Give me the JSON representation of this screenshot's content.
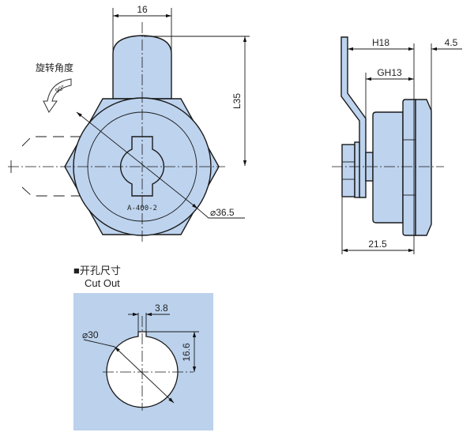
{
  "front_view": {
    "width_dim": "16",
    "length_dim": "L35",
    "diameter_dim": "⌀36.5",
    "rotation_label": "旋转角度",
    "rotation_angle": "90°",
    "part_code": "A-400-2"
  },
  "side_view": {
    "dim_h": "H18",
    "dim_gh": "GH13",
    "dim_rim": "4.5",
    "dim_depth": "21.5"
  },
  "cutout": {
    "title_cn": "■开孔尺寸",
    "title_en": "Cut Out",
    "slot_width": "3.8",
    "slot_height": "16.6",
    "diameter": "⌀30"
  },
  "colors": {
    "fill": "#bdd3ee",
    "cutout_bg": "#bbd1ec"
  }
}
